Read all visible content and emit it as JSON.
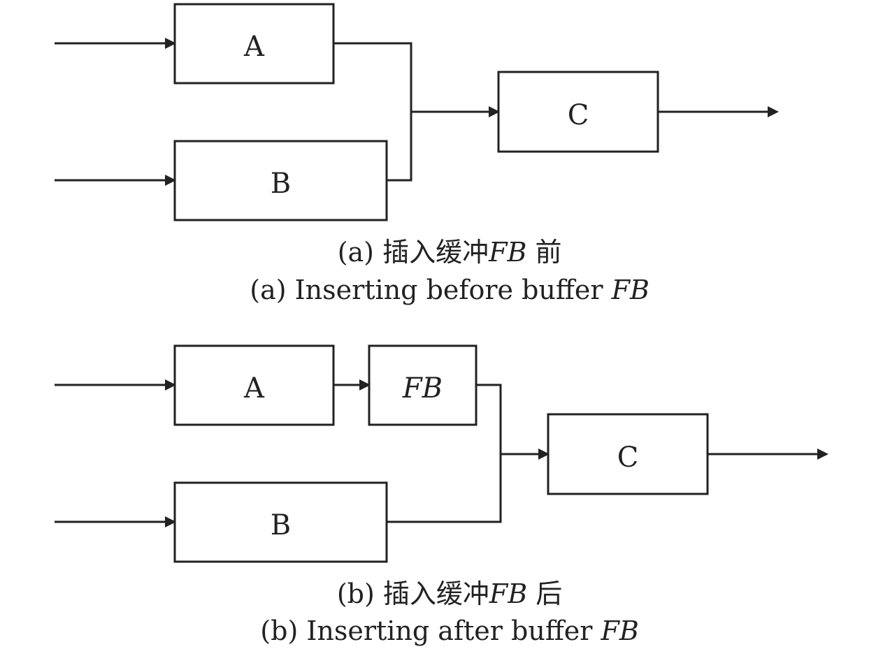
{
  "panel_a": {
    "block_a": "A",
    "block_b": "B",
    "block_c": "C",
    "caption_cn_prefix": "(a) 插入缓冲",
    "caption_cn_italic": "FB",
    "caption_cn_suffix": " 前",
    "caption_en_prefix": "(a) Inserting before buffer ",
    "caption_en_italic": "FB"
  },
  "panel_b": {
    "block_a": "A",
    "block_fb": "FB",
    "block_b": "B",
    "block_c": "C",
    "caption_cn_prefix": "(b) 插入缓冲",
    "caption_cn_italic": "FB",
    "caption_cn_suffix": " 后",
    "caption_en_prefix": "(b) Inserting after buffer ",
    "caption_en_italic": "FB"
  },
  "colors": {
    "stroke": "#222222",
    "background": "#ffffff"
  }
}
